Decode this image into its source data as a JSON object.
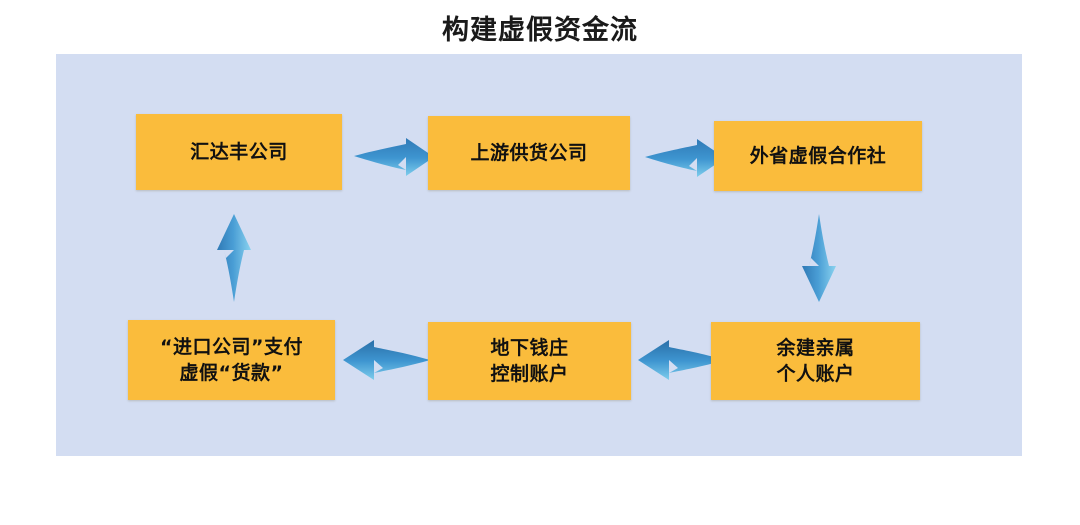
{
  "title": "构建虚假资金流",
  "colors": {
    "panel_background": "#d3ddf2",
    "node_fill": "#fabc3c",
    "node_text": "#111111",
    "arrow_dark": "#2e78b5",
    "arrow_light": "#6fc2e8",
    "page_background": "#ffffff",
    "title_text": "#1a1a1a"
  },
  "diagram": {
    "type": "flow",
    "nodes": [
      {
        "id": "huidafeng",
        "lines": [
          "汇达丰公司"
        ],
        "row": "top",
        "column": 1
      },
      {
        "id": "supplier",
        "lines": [
          "上游供货公司"
        ],
        "row": "top",
        "column": 2
      },
      {
        "id": "coop",
        "lines": [
          "外省虚假合作社"
        ],
        "row": "top",
        "column": 3
      },
      {
        "id": "import",
        "lines": [
          "“进口公司”支付",
          "虚假“货款”"
        ],
        "row": "bottom",
        "column": 1
      },
      {
        "id": "underground",
        "lines": [
          "地下钱庄",
          "控制账户"
        ],
        "row": "bottom",
        "column": 2
      },
      {
        "id": "relative",
        "lines": [
          "余建亲属",
          "个人账户"
        ],
        "row": "bottom",
        "column": 3
      }
    ],
    "edges": [
      {
        "id": "h1",
        "from": "huidafeng",
        "to": "supplier",
        "direction": "right"
      },
      {
        "id": "h2",
        "from": "supplier",
        "to": "coop",
        "direction": "right"
      },
      {
        "id": "v1",
        "from": "coop",
        "to": "relative",
        "direction": "down"
      },
      {
        "id": "h3",
        "from": "relative",
        "to": "underground",
        "direction": "left"
      },
      {
        "id": "h4",
        "from": "underground",
        "to": "import",
        "direction": "left"
      },
      {
        "id": "v2",
        "from": "import",
        "to": "huidafeng",
        "direction": "up"
      }
    ]
  }
}
